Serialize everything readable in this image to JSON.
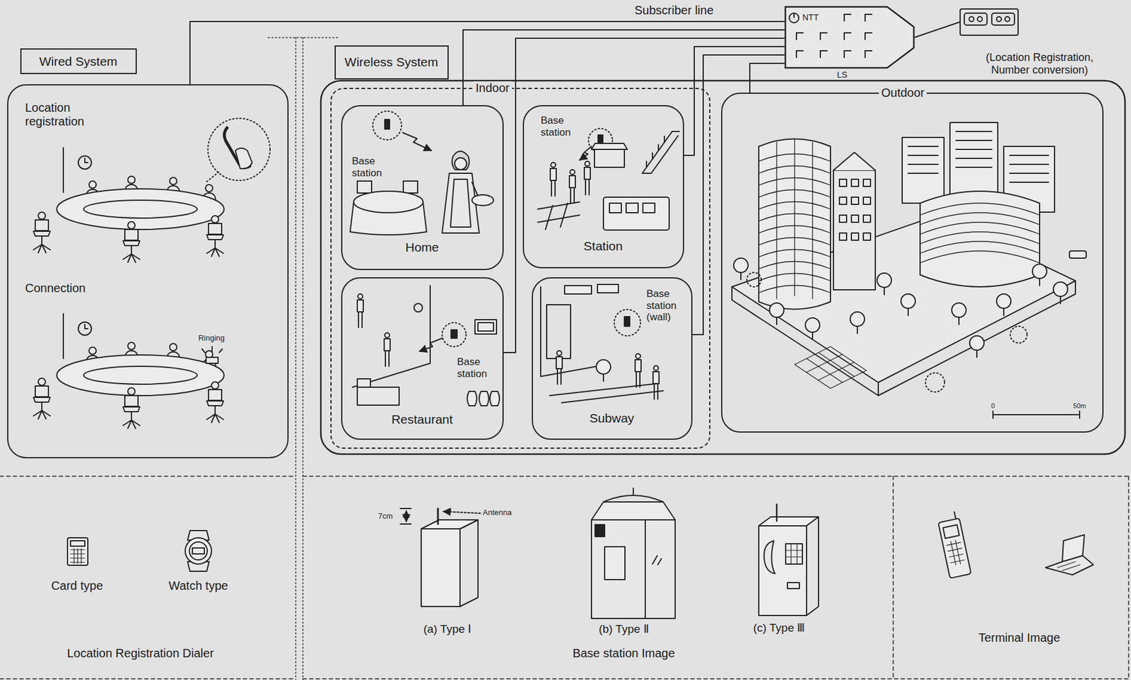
{
  "diagram": {
    "nodes": [
      {
        "text": [
          "NTT",
          "LS"
        ]
      },
      {
        "text": [
          "(Location Registration, Number conversion)"
        ]
      },
      {
        "text": [
          "Wired System"
        ]
      },
      {
        "text": [
          "Location registration",
          "Connection"
        ]
      },
      {
        "text": [
          "Wireless System"
        ]
      },
      {
        "text": [
          "Indoor"
        ]
      },
      {
        "text": [
          "Home",
          "Base station"
        ],
        "in": 5
      },
      {
        "text": [
          "Station",
          "Base station"
        ],
        "in": 5
      },
      {
        "text": [
          "Restaurant",
          "Base station"
        ],
        "in": 5
      },
      {
        "text": [
          "Subway",
          "Base station (wall)"
        ],
        "in": 5
      },
      {
        "text": [
          "Outdoor"
        ]
      }
    ],
    "edges": [
      {
        "from": 3,
        "to": 0,
        "arrow": "none",
        "label": "Subscriber line"
      },
      {
        "from": 6,
        "to": 0,
        "arrow": "none"
      },
      {
        "from": 8,
        "to": 0,
        "arrow": "none"
      },
      {
        "from": 7,
        "to": 0,
        "arrow": "none"
      },
      {
        "from": 9,
        "to": 0,
        "arrow": "none"
      },
      {
        "from": 10,
        "to": 0,
        "arrow": "none"
      },
      {
        "from": 0,
        "to": 1,
        "arrow": "none"
      }
    ],
    "labels": [
      "Ringing",
      "Card type",
      "Watch type",
      "Location Registration Dialer",
      "7cm",
      "Antenna",
      "(a) Type Ⅰ",
      "(b) Type Ⅱ",
      "(c) Type Ⅲ",
      "Base station Image",
      "Terminal Image",
      "0",
      "50m"
    ]
  }
}
